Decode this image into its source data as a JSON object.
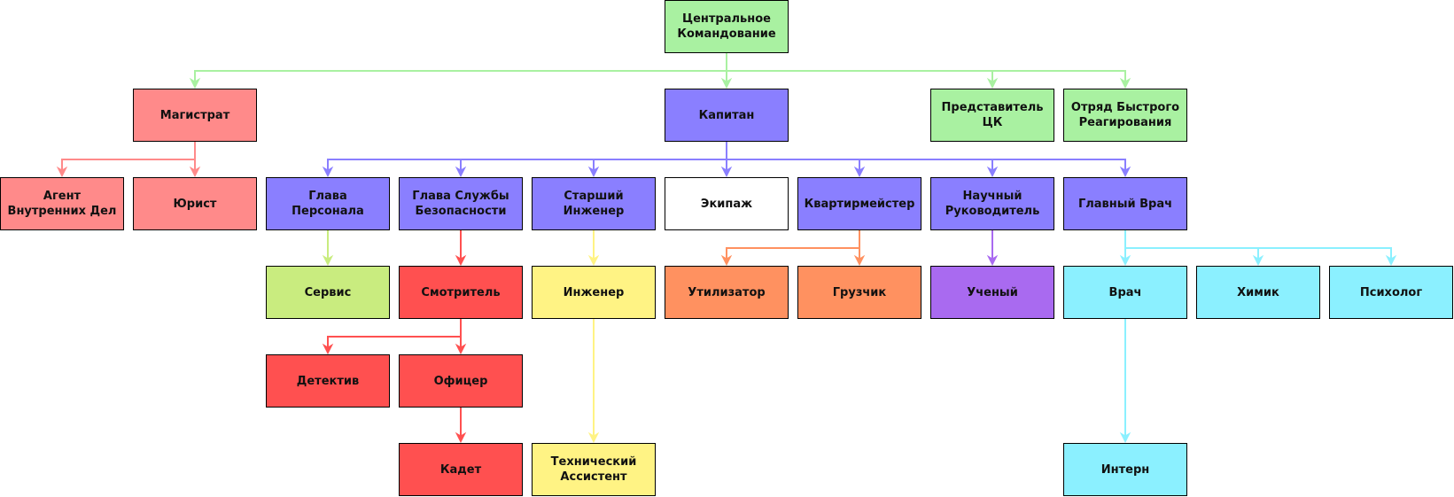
{
  "nodes": [
    {
      "id": "central",
      "label": "Центральное\nКомандование",
      "fill": "#a9f1a1"
    },
    {
      "id": "magistrat",
      "label": "Магистрат",
      "fill": "#ff8a8a"
    },
    {
      "id": "captain",
      "label": "Капитан",
      "fill": "#8a7fff"
    },
    {
      "id": "rep",
      "label": "Представитель\nЦК",
      "fill": "#a9f1a1"
    },
    {
      "id": "squad",
      "label": "Отряд Быстрого\nРеагирования",
      "fill": "#a9f1a1"
    },
    {
      "id": "agent",
      "label": "Агент\nВнутренних Дел",
      "fill": "#ff8a8a"
    },
    {
      "id": "lawyer",
      "label": "Юрист",
      "fill": "#ff8a8a"
    },
    {
      "id": "hop",
      "label": "Глава\nПерсонала",
      "fill": "#8a7fff"
    },
    {
      "id": "hos",
      "label": "Глава Службы\nБезопасности",
      "fill": "#8a7fff"
    },
    {
      "id": "ce",
      "label": "Старший\nИнженер",
      "fill": "#8a7fff"
    },
    {
      "id": "crew",
      "label": "Экипаж",
      "fill": "#ffffff"
    },
    {
      "id": "qm",
      "label": "Квартирмейстер",
      "fill": "#8a7fff"
    },
    {
      "id": "rd",
      "label": "Научный\nРуководитель",
      "fill": "#8a7fff"
    },
    {
      "id": "cmo",
      "label": "Главный Врач",
      "fill": "#8a7fff"
    },
    {
      "id": "service",
      "label": "Сервис",
      "fill": "#c9ec7f"
    },
    {
      "id": "warden",
      "label": "Смотритель",
      "fill": "#ff5050"
    },
    {
      "id": "engineer",
      "label": "Инженер",
      "fill": "#fff384"
    },
    {
      "id": "salvage",
      "label": "Утилизатор",
      "fill": "#ff9160"
    },
    {
      "id": "cargo",
      "label": "Грузчик",
      "fill": "#ff9160"
    },
    {
      "id": "scientist",
      "label": "Ученый",
      "fill": "#a96af0"
    },
    {
      "id": "doctor",
      "label": "Врач",
      "fill": "#8bf0ff"
    },
    {
      "id": "chemist",
      "label": "Химик",
      "fill": "#8bf0ff"
    },
    {
      "id": "psych",
      "label": "Психолог",
      "fill": "#8bf0ff"
    },
    {
      "id": "detective",
      "label": "Детектив",
      "fill": "#ff5050"
    },
    {
      "id": "officer",
      "label": "Офицер",
      "fill": "#ff5050"
    },
    {
      "id": "cadet",
      "label": "Кадет",
      "fill": "#ff5050"
    },
    {
      "id": "techassist",
      "label": "Технический\nАссистент",
      "fill": "#fff384"
    },
    {
      "id": "intern",
      "label": "Интерн",
      "fill": "#8bf0ff"
    }
  ],
  "edges": [
    {
      "from": "central",
      "to": [
        "magistrat",
        "captain",
        "rep",
        "squad"
      ],
      "color": "#a9f1a1"
    },
    {
      "from": "magistrat",
      "to": [
        "agent",
        "lawyer"
      ],
      "color": "#ff8a8a"
    },
    {
      "from": "captain",
      "to": [
        "hop",
        "hos",
        "ce",
        "crew",
        "qm",
        "rd",
        "cmo"
      ],
      "color": "#8a7fff"
    },
    {
      "from": "hop",
      "to": [
        "service"
      ],
      "color": "#c9ec7f"
    },
    {
      "from": "hos",
      "to": [
        "warden"
      ],
      "color": "#ff5050"
    },
    {
      "from": "ce",
      "to": [
        "engineer"
      ],
      "color": "#fff384"
    },
    {
      "from": "qm",
      "to": [
        "salvage",
        "cargo"
      ],
      "color": "#ff9160"
    },
    {
      "from": "rd",
      "to": [
        "scientist"
      ],
      "color": "#a96af0"
    },
    {
      "from": "cmo",
      "to": [
        "doctor",
        "chemist",
        "psych"
      ],
      "color": "#8bf0ff"
    },
    {
      "from": "warden",
      "to": [
        "detective",
        "officer"
      ],
      "color": "#ff5050"
    },
    {
      "from": "officer",
      "to": [
        "cadet"
      ],
      "color": "#ff5050"
    },
    {
      "from": "engineer",
      "to": [
        "techassist"
      ],
      "color": "#fff384"
    },
    {
      "from": "doctor",
      "to": [
        "intern"
      ],
      "color": "#8bf0ff"
    }
  ]
}
